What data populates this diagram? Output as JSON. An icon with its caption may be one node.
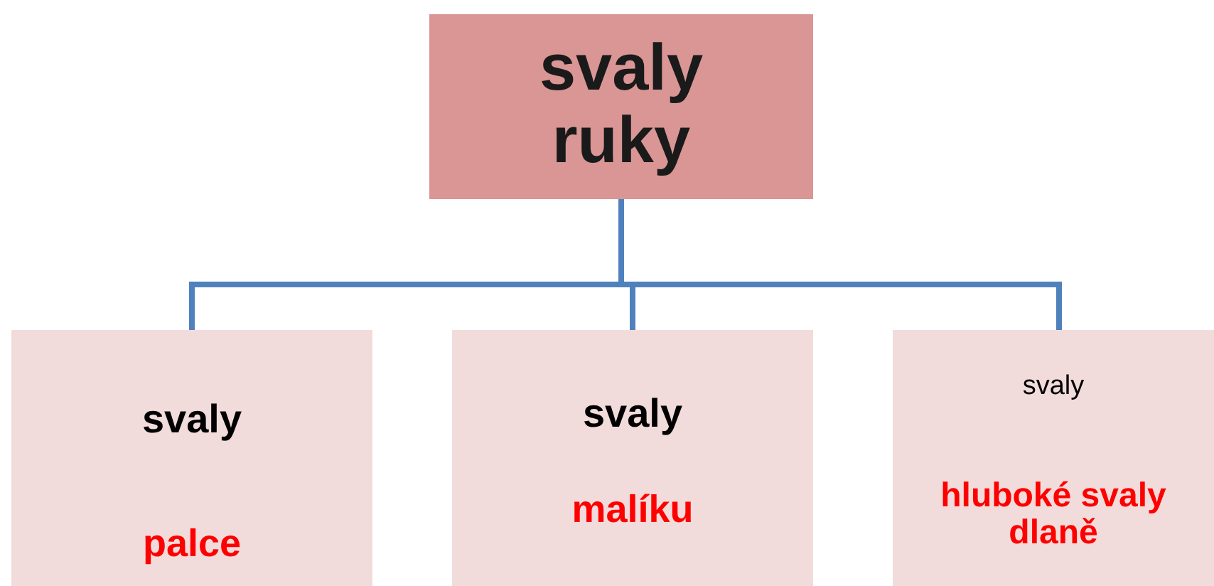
{
  "diagram": {
    "nodes": [
      {
        "text": [
          "svaly ruky"
        ]
      },
      {
        "text": [
          "svaly",
          "palce"
        ]
      },
      {
        "text": [
          "svaly",
          "malíku"
        ]
      },
      {
        "text": [
          "svaly",
          "hluboké svaly dlaně"
        ]
      }
    ],
    "edges": [
      {
        "from": 0,
        "to": 1,
        "arrow": "none"
      },
      {
        "from": 0,
        "to": 2,
        "arrow": "none"
      },
      {
        "from": 0,
        "to": 3,
        "arrow": "none"
      }
    ]
  }
}
